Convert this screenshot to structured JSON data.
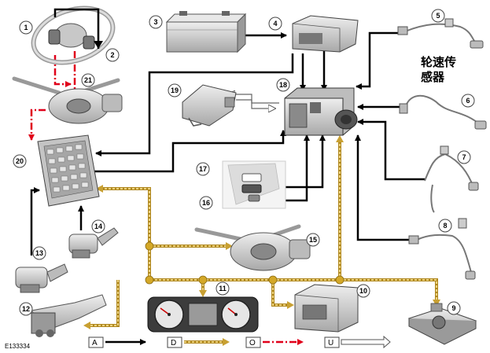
{
  "diagram": {
    "reference_code": "E133334",
    "wheel_speed_sensor_label_line1": "轮速传",
    "wheel_speed_sensor_label_line2": "感器",
    "callouts": [
      "1",
      "2",
      "3",
      "4",
      "5",
      "6",
      "7",
      "8",
      "9",
      "10",
      "11",
      "12",
      "13",
      "14",
      "15",
      "16",
      "17",
      "18",
      "19",
      "20",
      "21"
    ],
    "legend": [
      {
        "key": "A",
        "style": "solid-black-arrow"
      },
      {
        "key": "D",
        "style": "dotted-gold-arrow"
      },
      {
        "key": "O",
        "style": "dash-dot-red-arrow"
      },
      {
        "key": "U",
        "style": "hollow-outline-arrow"
      }
    ],
    "colors": {
      "hardwired": "#000000",
      "can_bus": "#c8a032",
      "lin_bus": "#e0001a",
      "component_fill": "#d8d8d8",
      "component_stroke": "#555555",
      "callout_fill": "#ffffff"
    }
  }
}
